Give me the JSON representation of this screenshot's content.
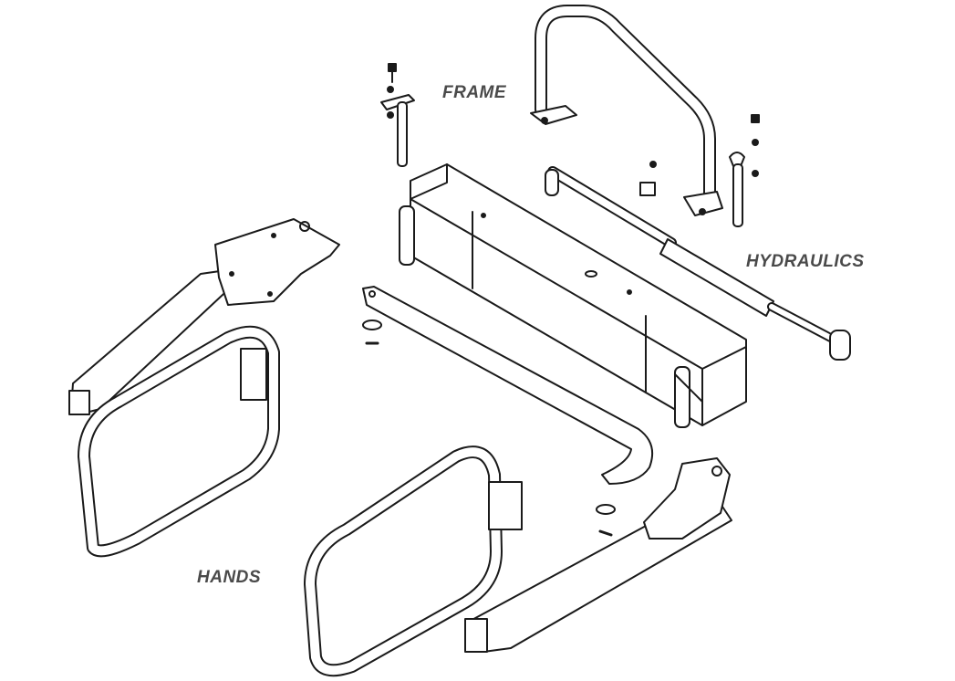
{
  "labels": {
    "frame": "FRAME",
    "hydraulics": "HYDRAULICS",
    "hands": "HANDS"
  },
  "colors": {
    "line": "#1a1a1a",
    "label": "#4a4a4a",
    "background": "#ffffff"
  }
}
